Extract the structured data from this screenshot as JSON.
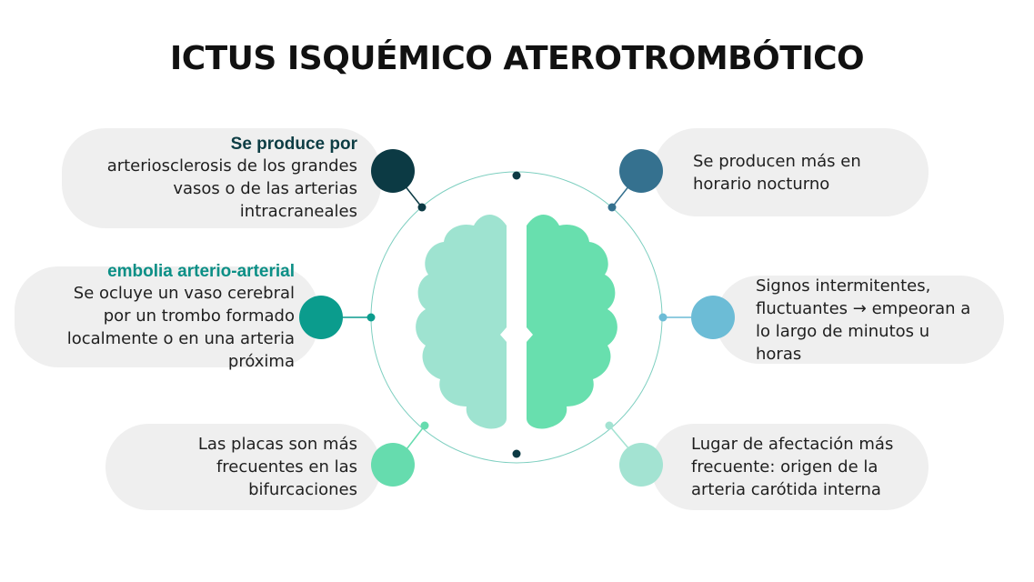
{
  "title": "ICTUS ISQUÉMICO ATEROTROMBÓTICO",
  "colors": {
    "dark_navy": "#0c3a44",
    "steel_blue": "#35718f",
    "teal": "#0b9c8d",
    "sky_blue": "#6cbcd6",
    "mint": "#66dcae",
    "pale_mint": "#a3e3d2",
    "brain_left": "#9ee3d0",
    "brain_right": "#68dfae",
    "pill_bg": "#efefef"
  },
  "cards": [
    {
      "id": "cause",
      "heading": "Se produce por",
      "text": "arteriosclerosis de los grandes vasos o de las arterias intracraneales"
    },
    {
      "id": "embolism",
      "heading": "embolia arterio-arterial",
      "text": "Se ocluye un vaso cerebral por un trombo formado localmente o en una arteria próxima"
    },
    {
      "id": "plaques",
      "text": "Las placas son más frecuentes en las bifurcaciones"
    },
    {
      "id": "night",
      "text": "Se producen más en horario nocturno"
    },
    {
      "id": "signs",
      "text": "Signos intermitentes, fluctuantes → empeoran a lo largo de minutos u horas"
    },
    {
      "id": "location",
      "text": "Lugar de afectación más frecuente: origen de la arteria carótida interna"
    }
  ]
}
